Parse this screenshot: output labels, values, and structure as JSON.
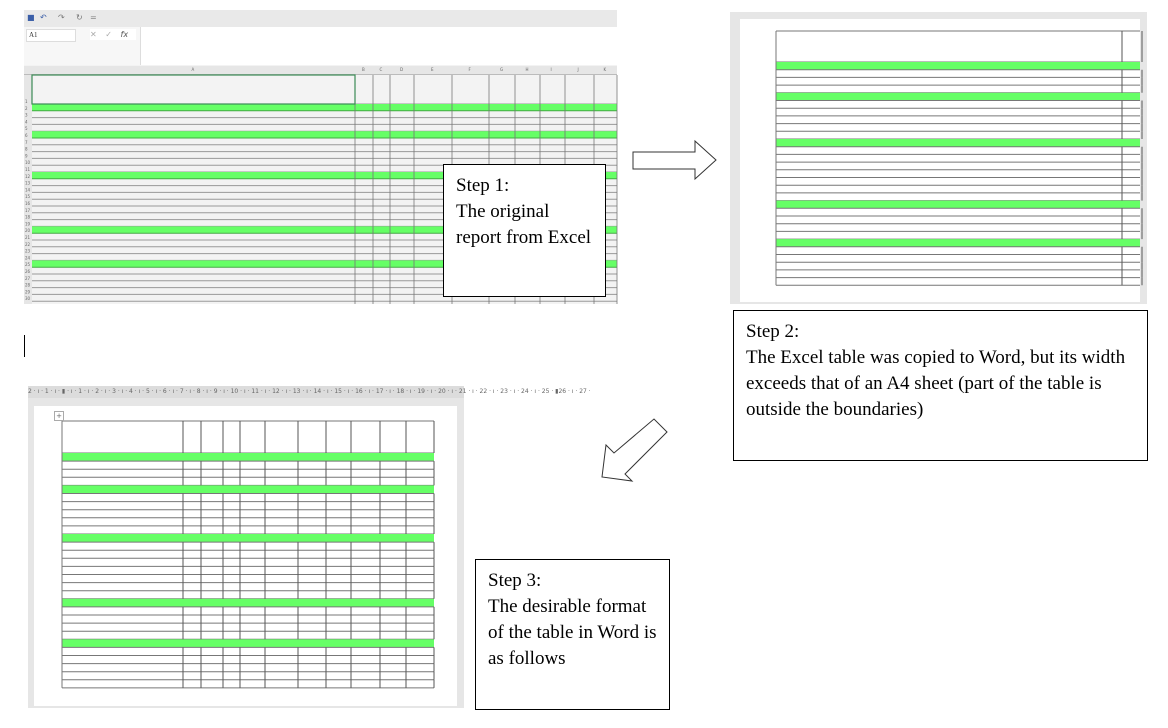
{
  "excel": {
    "quick_access": {
      "save_icon": "save-icon",
      "undo_icon": "undo-icon",
      "redo_icon": "redo-icon",
      "refresh_icon": "refresh-icon",
      "more": "="
    },
    "name_box": "A1",
    "fx_label": "fx",
    "column_headers": [
      "A",
      "B",
      "C",
      "D",
      "E",
      "F",
      "G",
      "H",
      "I",
      "J",
      "K"
    ],
    "row_numbers": [
      "1",
      "2",
      "3",
      "4",
      "5",
      "6",
      "7",
      "8",
      "9",
      "10",
      "11",
      "12",
      "13",
      "14",
      "15",
      "16",
      "17",
      "18",
      "19",
      "20",
      "21",
      "22",
      "23",
      "24",
      "25",
      "26",
      "27",
      "28",
      "29",
      "30"
    ],
    "highlighted_rows": [
      2,
      6,
      12,
      20,
      25
    ],
    "highlight_color": "#66ff66"
  },
  "callouts": {
    "step1": {
      "title": "Step 1:",
      "body": "The original report from Excel"
    },
    "step2": {
      "title": "Step 2:",
      "body": "The Excel table was copied to Word, but its width exceeds that of an A4 sheet (part of the table is outside the boundaries)"
    },
    "step3": {
      "title": "Step 3:",
      "body": "The desirable format of the table in Word is as follows"
    }
  },
  "word_ruler": "2 · ı · 1 · ı · ▮ · ı · 1 · ı · 2 · ı · 3 · ı · 4 · ı · 5 · ı · 6 · ı · 7 · ı · 8 · ı · 9 · ı · 10 · ı · 11 · ı · 12 · ı · 13 · ı · 14 · ı · 15 · ı · 16 · ı · 17 · ı · 18 · ı · 19 · ı · 20 · ı · 21 · ı · 22 · ı · 23 · ı · 24 · ı · 25 · ▮26 · ı · 27 ·",
  "colors": {
    "highlight": "#66ff66",
    "grid": "#888888",
    "panel": "#e6e6e6"
  }
}
